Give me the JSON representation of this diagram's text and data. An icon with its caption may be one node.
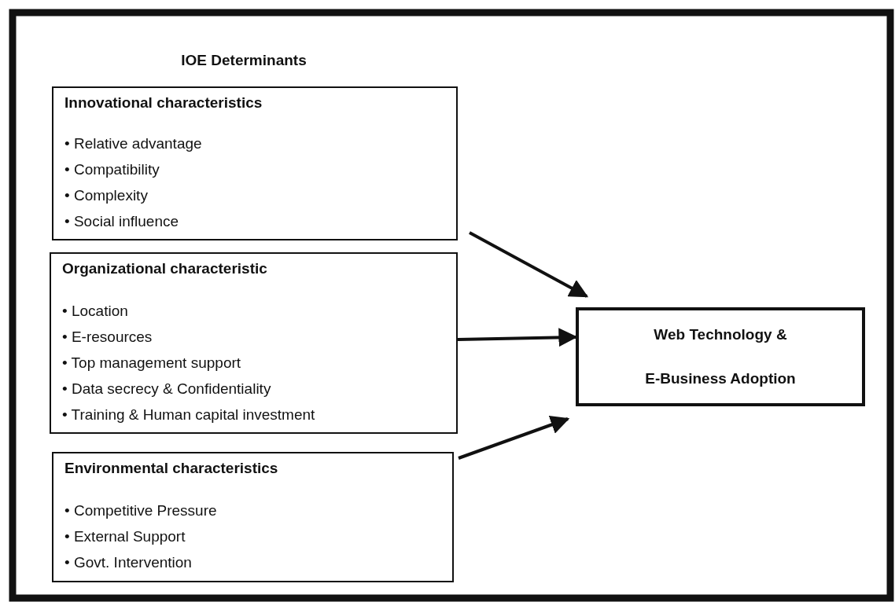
{
  "diagram": {
    "title": "IOE Determinants",
    "nodes": [
      {
        "text": [
          "Innovational characteristics",
          "• Relative advantage",
          "• Compatibility",
          "• Complexity",
          "• Social influence"
        ]
      },
      {
        "text": [
          "Organizational characteristic",
          "• Location",
          "• E-resources",
          "• Top management support",
          "• Data secrecy & Confidentiality",
          "• Training & Human capital investment"
        ]
      },
      {
        "text": [
          "Environmental characteristics",
          "• Competitive Pressure",
          "• External Support",
          "• Govt. Intervention"
        ]
      },
      {
        "text": [
          "Web Technology & E-Business Adoption"
        ]
      }
    ],
    "edges": [
      {
        "from": 0,
        "to": 3,
        "arrow": "to"
      },
      {
        "from": 1,
        "to": 3,
        "arrow": "to"
      },
      {
        "from": 2,
        "to": 3,
        "arrow": "to"
      }
    ]
  }
}
